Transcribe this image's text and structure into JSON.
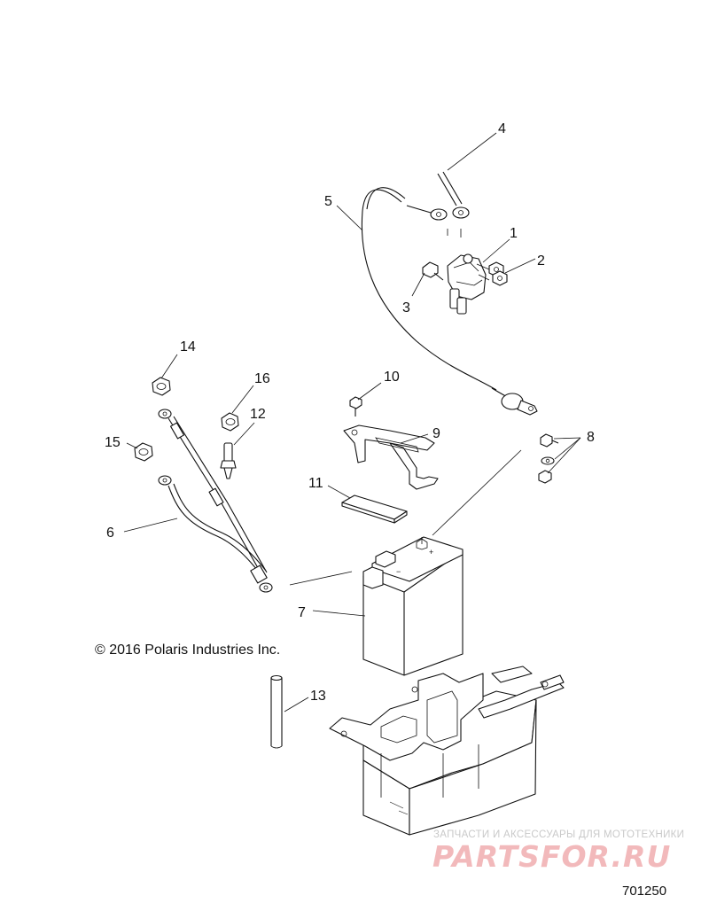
{
  "labels": {
    "l1": "1",
    "l2": "2",
    "l3": "3",
    "l4": "4",
    "l5": "5",
    "l6": "6",
    "l7": "7",
    "l8": "8",
    "l9": "9",
    "l10": "10",
    "l11": "11",
    "l12": "12",
    "l13": "13",
    "l14": "14",
    "l15": "15",
    "l16": "16"
  },
  "copyright": "© 2016 Polaris Industries Inc.",
  "figure_number": "701250",
  "watermark": {
    "caption": "ЗАПЧАСТИ И АКСЕССУАРЫ ДЛЯ МОТОТЕХНИКИ",
    "logo": "PARTSFOR.RU"
  }
}
